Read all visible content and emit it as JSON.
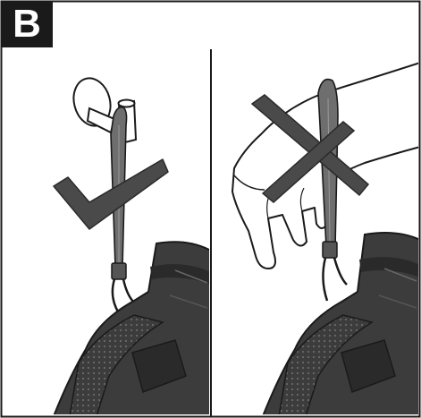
{
  "figure": {
    "label": "B",
    "panels": [
      {
        "id": "left",
        "verdict": "correct",
        "mark_icon": "check-mark-icon"
      },
      {
        "id": "right",
        "verdict": "incorrect",
        "mark_icon": "cross-mark-icon"
      }
    ],
    "colors": {
      "line": "#1a1a1a",
      "tool_body": "#3c3c3c",
      "tool_dark": "#2a2a2a",
      "mark": "#4a4a4a",
      "strap": "#555555",
      "background": "#ffffff"
    }
  }
}
